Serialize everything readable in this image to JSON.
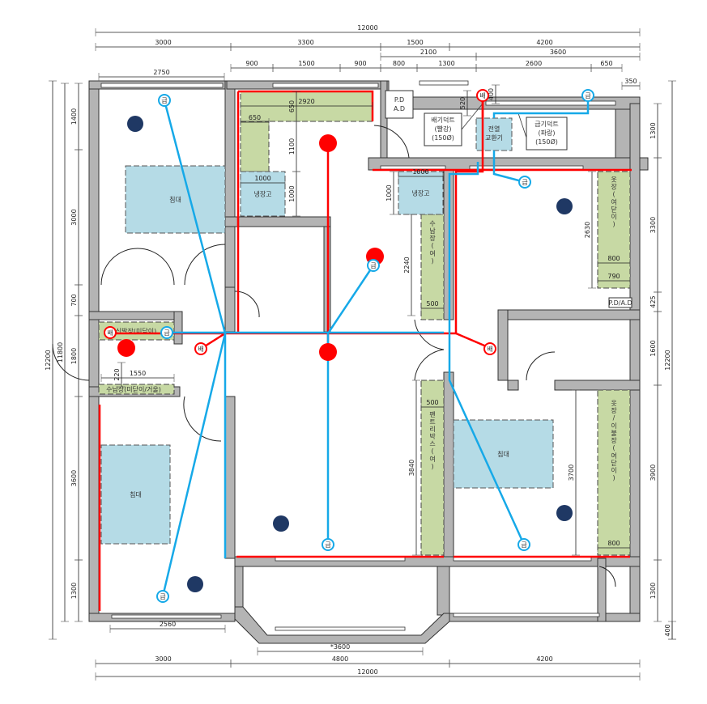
{
  "dimensions": {
    "top_total": "12000",
    "top_a": "3000",
    "top_b": "3300",
    "top_c": "1500",
    "top_d": "4200",
    "top_e": "2100",
    "top_f": "3600",
    "top_g": "900",
    "top_h": "1500",
    "top_i": "900",
    "top_j": "800",
    "top_k": "1300",
    "top_l": "2600",
    "top_m": "650",
    "top_room": "2750",
    "top_n": "350",
    "kitchen_650a": "650",
    "kitchen_2920": "2920",
    "kitchen_650b": "650",
    "kitchen_1100": "1100",
    "fridge1_w": "1000",
    "fridge1_h": "1000",
    "fridge2_w": "1000",
    "fridge2_h": "1000",
    "duct_520": "520",
    "duct_400": "400",
    "storage_2240": "2240",
    "storage_500a": "500",
    "pantry_500": "500",
    "pantry_3840": "3840",
    "closet1_2630": "2630",
    "closet1_800": "800",
    "closet1_790": "790",
    "closet2_3700": "3700",
    "closet2_800": "800",
    "shoe_1550": "1550",
    "shoe_220": "220",
    "left_12200": "12200",
    "left_11800": "11800",
    "left_1400": "1400",
    "left_3000": "3000",
    "left_700": "700",
    "left_1800": "1800",
    "left_3600": "3600",
    "left_1300": "1300",
    "right_1300": "1300",
    "right_3300": "3300",
    "right_425": "425",
    "right_1600": "1600",
    "right_3900": "3900",
    "right_1300b": "1300",
    "right_400": "400",
    "right_12200": "12200",
    "bottom_2560": "2560",
    "bottom_3600": "*3600",
    "bottom_3000": "3000",
    "bottom_4800": "4800",
    "bottom_4200": "4200",
    "bottom_total": "12000"
  },
  "labels": {
    "bed": "침대",
    "fridge": "냉장고",
    "shoe_cabinet": "신발장(미닫이)",
    "storage_bottom": "수납장(미닫이/거울)",
    "storage_mid": "수납장(여)",
    "pantry": "팬트리박스(여)",
    "closet1": "옷장(여닫이)",
    "closet2": "옷장/이불장(여닫이)",
    "pd_ad_1a": "P.D",
    "pd_ad_1b": "A.D",
    "pd_ad_2": "P.D/A.D",
    "exhaust_duct": [
      "배기덕트",
      "(빨강)",
      "(150Ø)"
    ],
    "erv": [
      "전열",
      "교환기"
    ],
    "supply_duct": [
      "급기덕트",
      "(파랑)",
      "(150Ø)"
    ]
  },
  "markers": {
    "exhaust": "배",
    "supply": "급"
  },
  "colors": {
    "exhaust": "#ff0000",
    "supply": "#16a9e8",
    "ceiling_unit": "#1f3864",
    "furniture": "#c7d9a4",
    "bed": "#b5dbe6"
  }
}
